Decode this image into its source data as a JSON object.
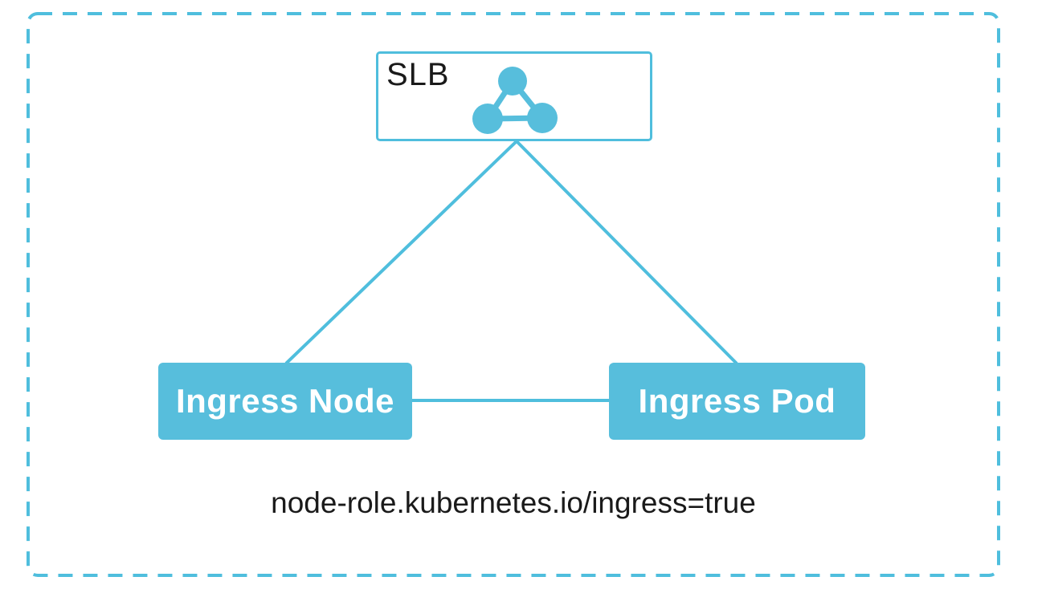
{
  "colors": {
    "accent": "#4FBEDD",
    "node_fill": "#57BEDC",
    "node_text": "#FFFFFF",
    "text": "#1A1A1A",
    "background": "#FFFFFF"
  },
  "diagram": {
    "slb_box": {
      "label": "SLB",
      "icon": "load-balancer-cluster-icon"
    },
    "node_boxes": [
      {
        "label": "Ingress Node"
      },
      {
        "label": "Ingress Pod"
      }
    ],
    "caption": "node-role.kubernetes.io/ingress=true",
    "connectors": [
      "slb-to-ingress-node",
      "slb-to-ingress-pod",
      "ingress-node-to-ingress-pod"
    ]
  }
}
